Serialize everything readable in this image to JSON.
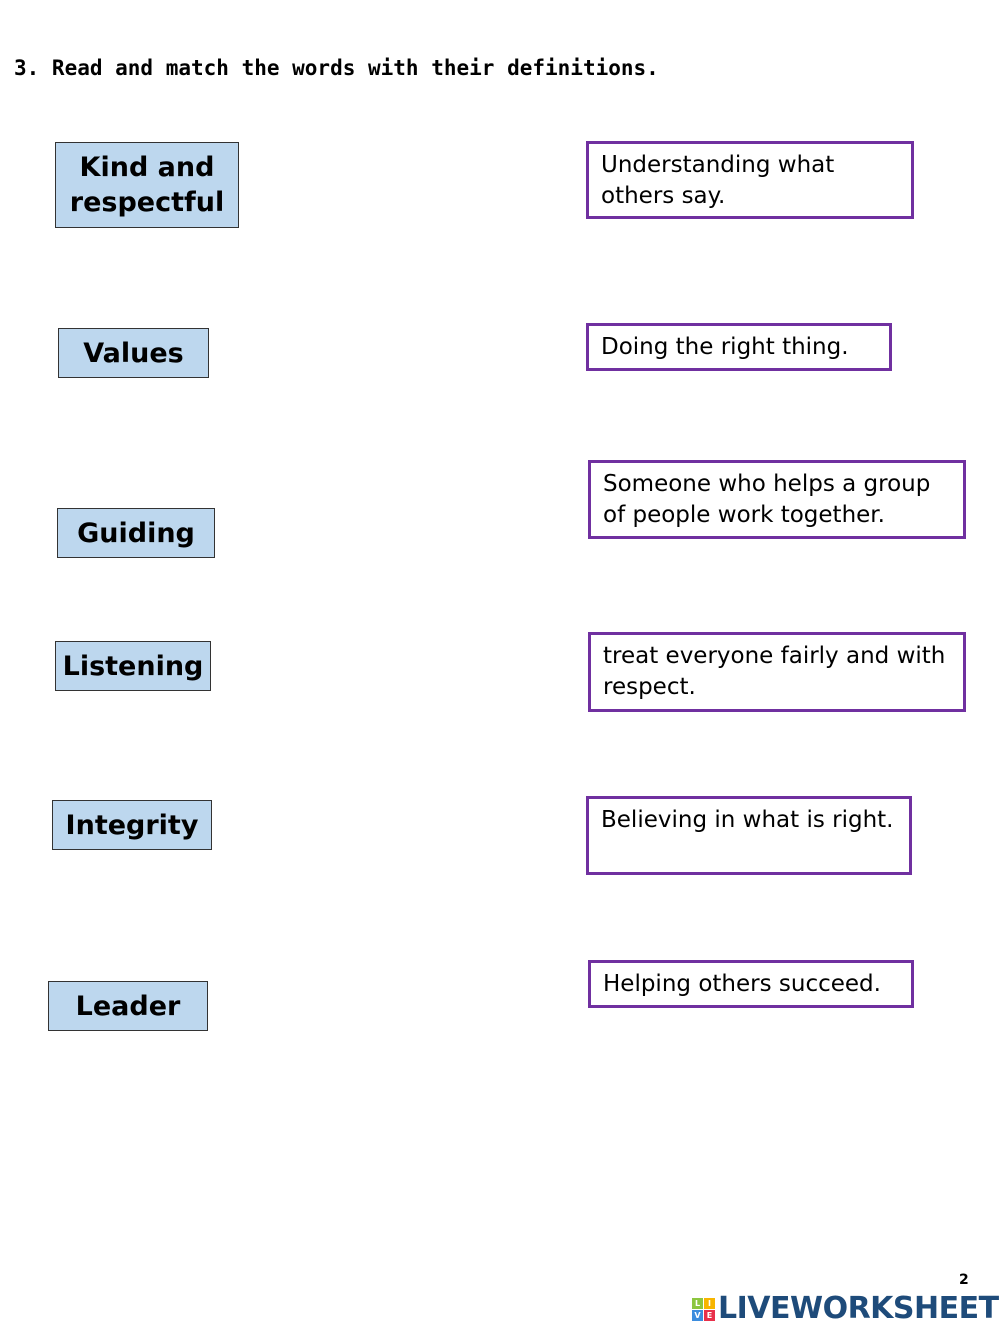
{
  "title": "3. Read and match the words with their definitions.",
  "words": [
    "Kind and respectful",
    "Values",
    "Guiding",
    "Listening",
    "Integrity",
    "Leader"
  ],
  "definitions": [
    "Understanding what others say.",
    "Doing the right thing.",
    "Someone who helps  a group of people work together.",
    "treat everyone fairly and with respect.",
    "Believing in what is right.",
    "Helping others succeed."
  ],
  "page_number": "2",
  "logo": {
    "text": "LIVEWORKSHEETS",
    "tiles": [
      "L",
      "I",
      "V",
      "E"
    ],
    "tile_colors": [
      "#8cc63f",
      "#f7b500",
      "#3c8dde",
      "#e8304a"
    ],
    "color": "#1e4b7a"
  },
  "colors": {
    "word_fill": "#bdd7ee",
    "definition_border": "#7030a0"
  }
}
